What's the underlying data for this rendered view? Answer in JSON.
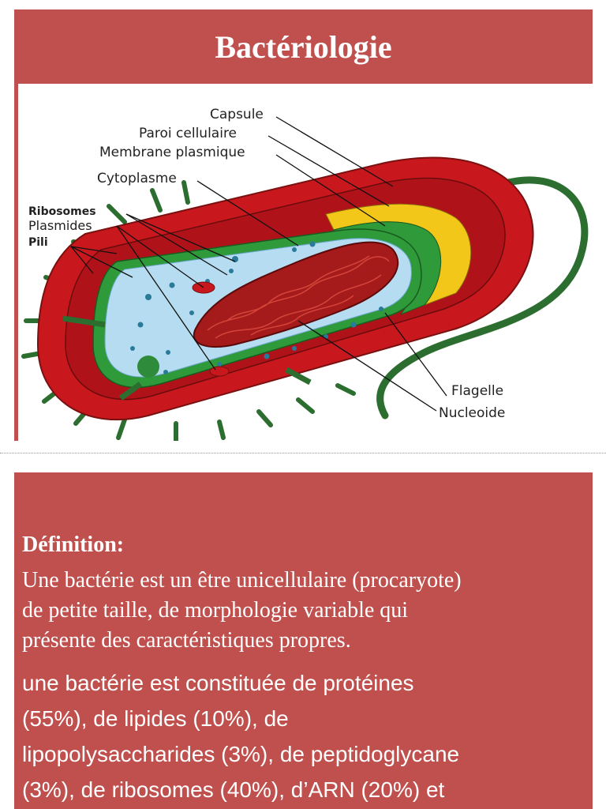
{
  "slide1": {
    "title": "Bactériologie",
    "labels": {
      "capsule": "Capsule",
      "paroi": "Paroi cellulaire",
      "membrane": "Membrane plasmique",
      "cytoplasme": "Cytoplasme",
      "ribosomes": "Ribosomes",
      "plasmides": "Plasmides",
      "pili": "Pili",
      "flagelle": "Flagelle",
      "nucleoide": "Nucleoide"
    },
    "colors": {
      "header": "#c0504d",
      "capsule": "#c8181e",
      "paroi": "#f2c71a",
      "membrane": "#2f9a3a",
      "cytoplasme": "#b5dcf0",
      "nucleoide": "#a51a1a",
      "flagelle": "#2b6e2f"
    }
  },
  "slide2": {
    "heading": "Définition:",
    "serif_lines": [
      "Une bactérie est un être unicellulaire (procaryote)",
      "de petite taille, de morphologie variable qui",
      "présente des caractéristiques propres."
    ],
    "sans_lines": [
      "une bactérie est constituée de protéines",
      "(55%), de lipides (10%), de",
      "lipopolysaccharides (3%), de peptidoglycane",
      "(3%), de ribosomes (40%), d’ARN (20%) et"
    ]
  }
}
